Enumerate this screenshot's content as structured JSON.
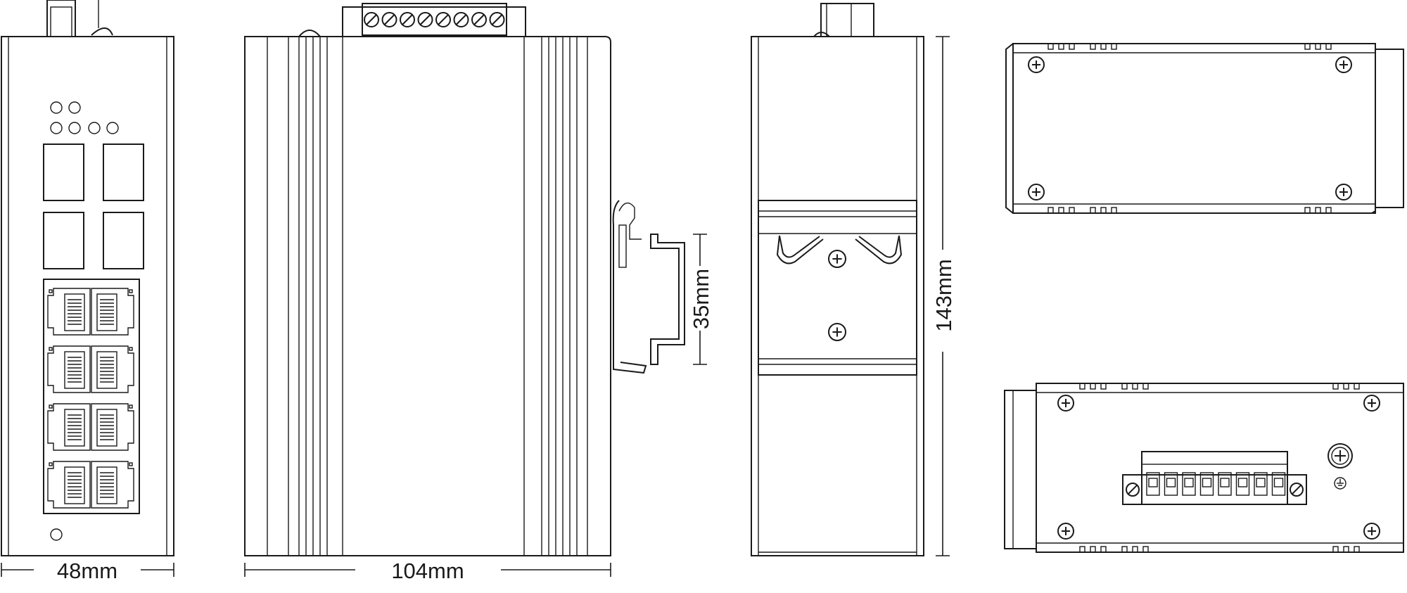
{
  "dimensions": {
    "front_width": "48mm",
    "side_depth": "104mm",
    "din_rail": "35mm",
    "height": "143mm"
  },
  "front_panel": {
    "led_rows": [
      2,
      4
    ],
    "sfp_ports": 4,
    "rj45_ports": 8
  },
  "top_terminal_block": {
    "pins": 8
  },
  "bottom_view": {
    "pins": 8,
    "ground_symbol": "ground-icon"
  },
  "colors": {
    "line": "#1a1a1a",
    "background": "#ffffff"
  }
}
